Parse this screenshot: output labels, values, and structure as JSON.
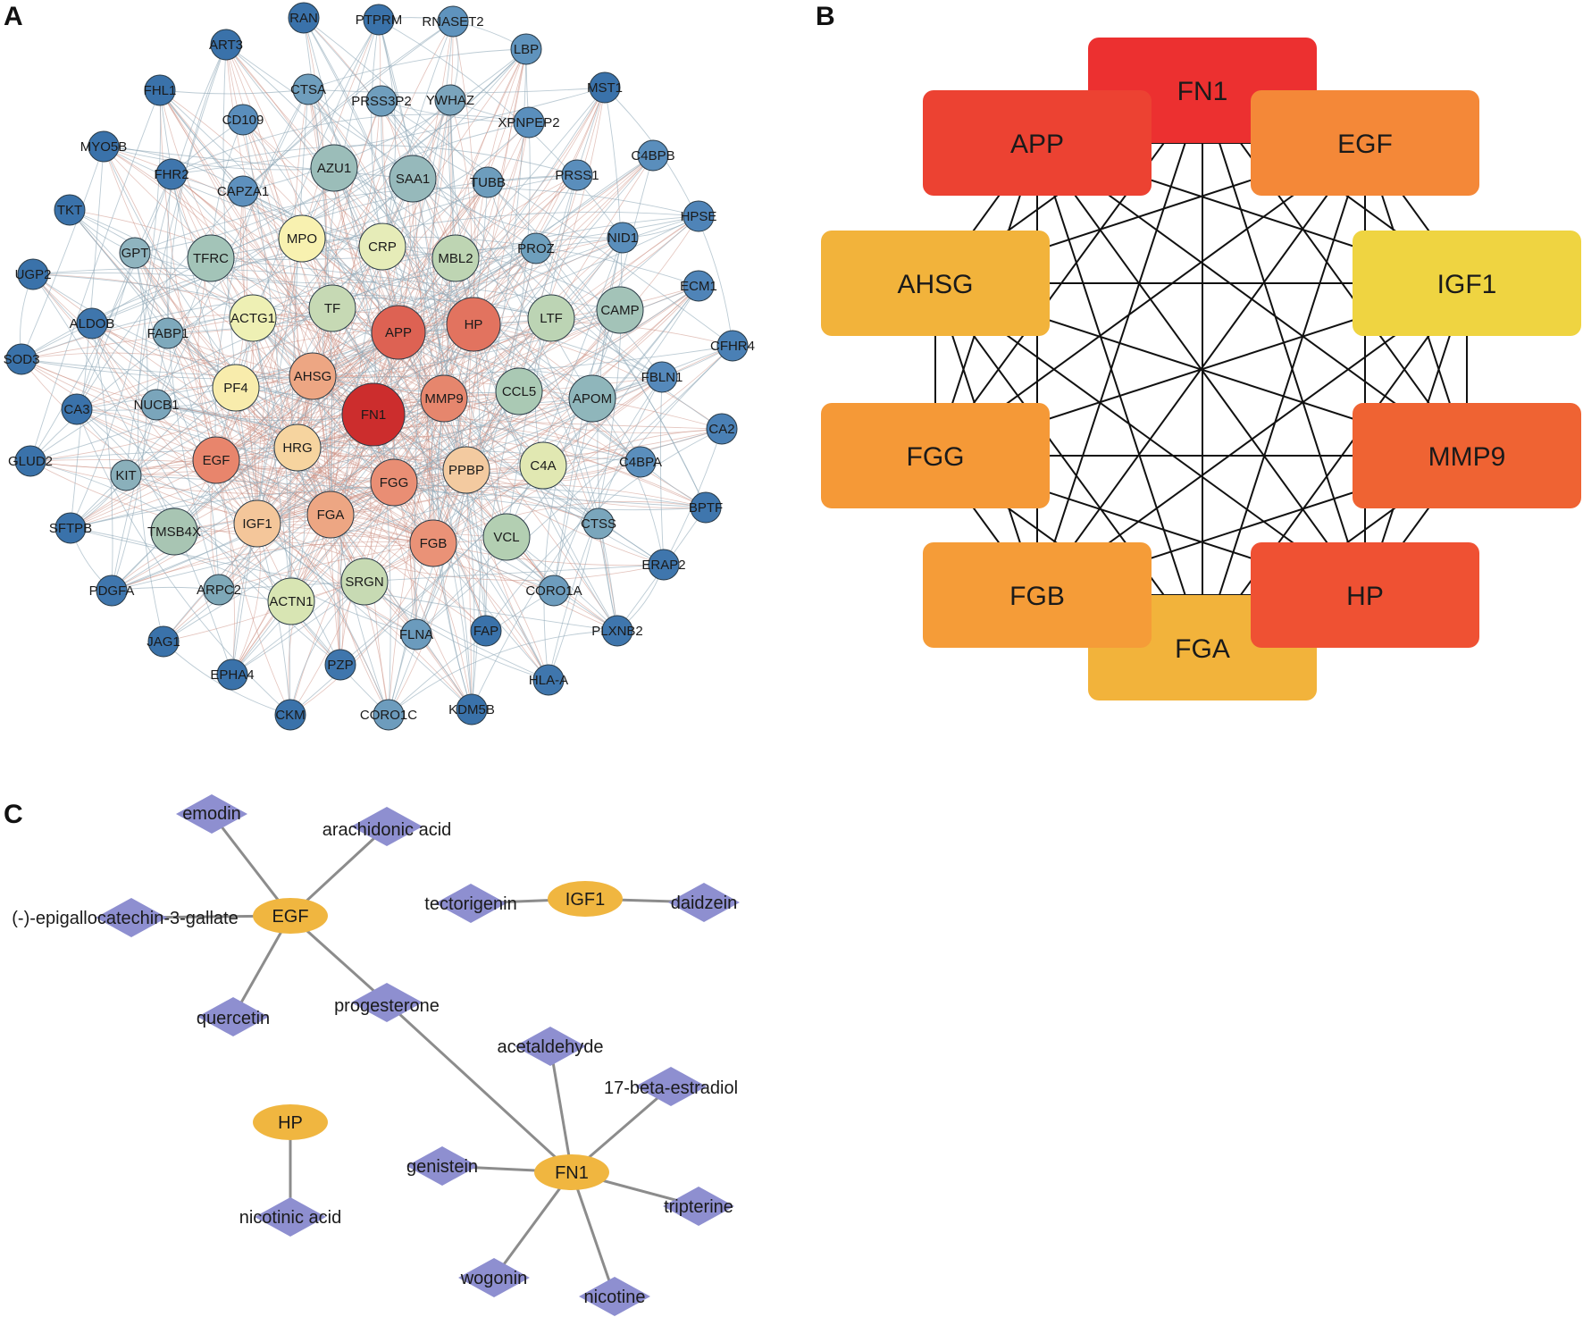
{
  "panels": {
    "a": "A",
    "b": "B",
    "c": "C"
  },
  "colors": {
    "ppi_edge": "#90a9b8",
    "ppi_hub_edge": "#c98a7c",
    "node_outline": "#2a3a46",
    "hub_edge": "#111111",
    "drug_node": "#8e8fd0",
    "target_node": "#f0b640",
    "drug_target_edge": "#8c8c8c"
  },
  "ppi": {
    "nodes": [
      {
        "id": "FN1",
        "color": "#cc2d2d",
        "size": "xl"
      },
      {
        "id": "APP",
        "color": "#dd6253",
        "size": "l"
      },
      {
        "id": "HP",
        "color": "#e2735f",
        "size": "l"
      },
      {
        "id": "MMP9",
        "color": "#e6866d",
        "size": "m"
      },
      {
        "id": "EGF",
        "color": "#e8856c",
        "size": "m"
      },
      {
        "id": "FGG",
        "color": "#e98e74",
        "size": "m"
      },
      {
        "id": "FGB",
        "color": "#ea9277",
        "size": "m"
      },
      {
        "id": "FGA",
        "color": "#eda683",
        "size": "m"
      },
      {
        "id": "AHSG",
        "color": "#eda683",
        "size": "m"
      },
      {
        "id": "IGF1",
        "color": "#f4c69a",
        "size": "m"
      },
      {
        "id": "HRG",
        "color": "#f6d49f",
        "size": "m"
      },
      {
        "id": "PPBP",
        "color": "#f3caa0",
        "size": "m"
      },
      {
        "id": "PF4",
        "color": "#f8ecac",
        "size": "m"
      },
      {
        "id": "MPO",
        "color": "#f8f1b0",
        "size": "m"
      },
      {
        "id": "ACTG1",
        "color": "#eef0b4",
        "size": "m"
      },
      {
        "id": "CRP",
        "color": "#e6ecb8",
        "size": "m"
      },
      {
        "id": "C4A",
        "color": "#e1e8b2",
        "size": "m"
      },
      {
        "id": "ACTN1",
        "color": "#d8e5b3",
        "size": "m"
      },
      {
        "id": "TF",
        "color": "#c6d9b4",
        "size": "m"
      },
      {
        "id": "MBL2",
        "color": "#bed5b3",
        "size": "m"
      },
      {
        "id": "LTF",
        "color": "#bcd4b4",
        "size": "m"
      },
      {
        "id": "SRGN",
        "color": "#c7dab3",
        "size": "m"
      },
      {
        "id": "VCL",
        "color": "#b3cfb2",
        "size": "m"
      },
      {
        "id": "CCL5",
        "color": "#aac9b4",
        "size": "m"
      },
      {
        "id": "TMSB4X",
        "color": "#a8c5b3",
        "size": "m"
      },
      {
        "id": "TFRC",
        "color": "#a3c4b8",
        "size": "m"
      },
      {
        "id": "CAMP",
        "color": "#a3c3b8",
        "size": "m"
      },
      {
        "id": "APOM",
        "color": "#8fb6bb",
        "size": "m"
      },
      {
        "id": "SAA1",
        "color": "#96b9bb",
        "size": "m"
      },
      {
        "id": "AZU1",
        "color": "#9bbdb9",
        "size": "m"
      },
      {
        "id": "GPT",
        "color": "#8fb4bf",
        "size": "s"
      },
      {
        "id": "KIT",
        "color": "#8ab0bb",
        "size": "s"
      },
      {
        "id": "FABP1",
        "color": "#7ea9bc",
        "size": "s"
      },
      {
        "id": "NUCB1",
        "color": "#7aa5bb",
        "size": "s"
      },
      {
        "id": "ARPC2",
        "color": "#7ea8b8",
        "size": "s"
      },
      {
        "id": "CTSS",
        "color": "#7aa6bc",
        "size": "s"
      },
      {
        "id": "PROZ",
        "color": "#6e9fbd",
        "size": "s"
      },
      {
        "id": "TUBB",
        "color": "#6d9dbd",
        "size": "s"
      },
      {
        "id": "CTSA",
        "color": "#6f9ebd",
        "size": "s"
      },
      {
        "id": "PRSS3P2",
        "color": "#6f9ebd",
        "size": "s"
      },
      {
        "id": "YWHAZ",
        "color": "#7aa4bc",
        "size": "s"
      },
      {
        "id": "FLNA",
        "color": "#6b9bbd",
        "size": "s"
      },
      {
        "id": "CORO1C",
        "color": "#6d9cbd",
        "size": "s"
      },
      {
        "id": "CORO1A",
        "color": "#6d9cbd",
        "size": "s"
      },
      {
        "id": "LBP",
        "color": "#5f93bd",
        "size": "s"
      },
      {
        "id": "RNASET2",
        "color": "#5f93bd",
        "size": "s"
      },
      {
        "id": "XPNPEP2",
        "color": "#5a8fbd",
        "size": "s"
      },
      {
        "id": "CD109",
        "color": "#5a8ebc",
        "size": "s"
      },
      {
        "id": "CAPZA1",
        "color": "#5d90bd",
        "size": "s"
      },
      {
        "id": "PRSS1",
        "color": "#5a8ebc",
        "size": "s"
      },
      {
        "id": "NID1",
        "color": "#5a8ebc",
        "size": "s"
      },
      {
        "id": "C4BPB",
        "color": "#5a8ebc",
        "size": "s"
      },
      {
        "id": "C4BPA",
        "color": "#5a8ebc",
        "size": "s"
      },
      {
        "id": "FBLN1",
        "color": "#5589bb",
        "size": "s"
      },
      {
        "id": "HPSE",
        "color": "#4f84b8",
        "size": "s"
      },
      {
        "id": "ECM1",
        "color": "#4f84b8",
        "size": "s"
      },
      {
        "id": "CFHR4",
        "color": "#4a80b5",
        "size": "s"
      },
      {
        "id": "CA2",
        "color": "#4a80b5",
        "size": "s"
      },
      {
        "id": "BPTF",
        "color": "#3f76ad",
        "size": "s"
      },
      {
        "id": "ERAP2",
        "color": "#3f76ad",
        "size": "s"
      },
      {
        "id": "PLXNB2",
        "color": "#3f76ad",
        "size": "s"
      },
      {
        "id": "HLA-A",
        "color": "#3f76ad",
        "size": "s"
      },
      {
        "id": "KDM5B",
        "color": "#3a72aa",
        "size": "s"
      },
      {
        "id": "FAP",
        "color": "#3a72aa",
        "size": "s"
      },
      {
        "id": "PZP",
        "color": "#3f76ad",
        "size": "s"
      },
      {
        "id": "CKM",
        "color": "#3a72aa",
        "size": "s"
      },
      {
        "id": "EPHA4",
        "color": "#3a72aa",
        "size": "s"
      },
      {
        "id": "JAG1",
        "color": "#3a72aa",
        "size": "s"
      },
      {
        "id": "PDGFA",
        "color": "#3f76ad",
        "size": "s"
      },
      {
        "id": "SFTPB",
        "color": "#3a72aa",
        "size": "s"
      },
      {
        "id": "GLUD2",
        "color": "#3a72aa",
        "size": "s"
      },
      {
        "id": "CA3",
        "color": "#3a72aa",
        "size": "s"
      },
      {
        "id": "SOD3",
        "color": "#3a72aa",
        "size": "s"
      },
      {
        "id": "ALDOB",
        "color": "#3f76ad",
        "size": "s"
      },
      {
        "id": "UGP2",
        "color": "#3a72aa",
        "size": "s"
      },
      {
        "id": "TKT",
        "color": "#3a72aa",
        "size": "s"
      },
      {
        "id": "MYO5B",
        "color": "#3a72aa",
        "size": "s"
      },
      {
        "id": "FHR2",
        "color": "#3f76ad",
        "size": "s"
      },
      {
        "id": "FHL1",
        "color": "#3a72aa",
        "size": "s"
      },
      {
        "id": "ART3",
        "color": "#3a72aa",
        "size": "s"
      },
      {
        "id": "RAN",
        "color": "#3a72aa",
        "size": "s"
      },
      {
        "id": "PTPRM",
        "color": "#3a72aa",
        "size": "s"
      },
      {
        "id": "MST1",
        "color": "#3a72aa",
        "size": "s"
      }
    ]
  },
  "hub_network": {
    "nodes": [
      {
        "id": "FN1",
        "color": "#ec3030"
      },
      {
        "id": "APP",
        "color": "#ec4232"
      },
      {
        "id": "EGF",
        "color": "#f48838"
      },
      {
        "id": "IGF1",
        "color": "#efd441"
      },
      {
        "id": "MMP9",
        "color": "#ef6333"
      },
      {
        "id": "HP",
        "color": "#ef5133"
      },
      {
        "id": "FGA",
        "color": "#f2b33b"
      },
      {
        "id": "FGB",
        "color": "#f59c38"
      },
      {
        "id": "FGG",
        "color": "#f59937"
      },
      {
        "id": "AHSG",
        "color": "#f2b33b"
      }
    ]
  },
  "drug_target": {
    "targets": [
      "EGF",
      "IGF1",
      "HP",
      "FN1"
    ],
    "drugs": [
      "emodin",
      "arachidonic acid",
      "(-)-epigallocatechin-3-gallate",
      "quercetin",
      "progesterone",
      "tectorigenin",
      "daidzein",
      "nicotinic acid",
      "acetaldehyde",
      "17-beta-estradiol",
      "genistein",
      "tripterine",
      "wogonin",
      "nicotine"
    ]
  }
}
